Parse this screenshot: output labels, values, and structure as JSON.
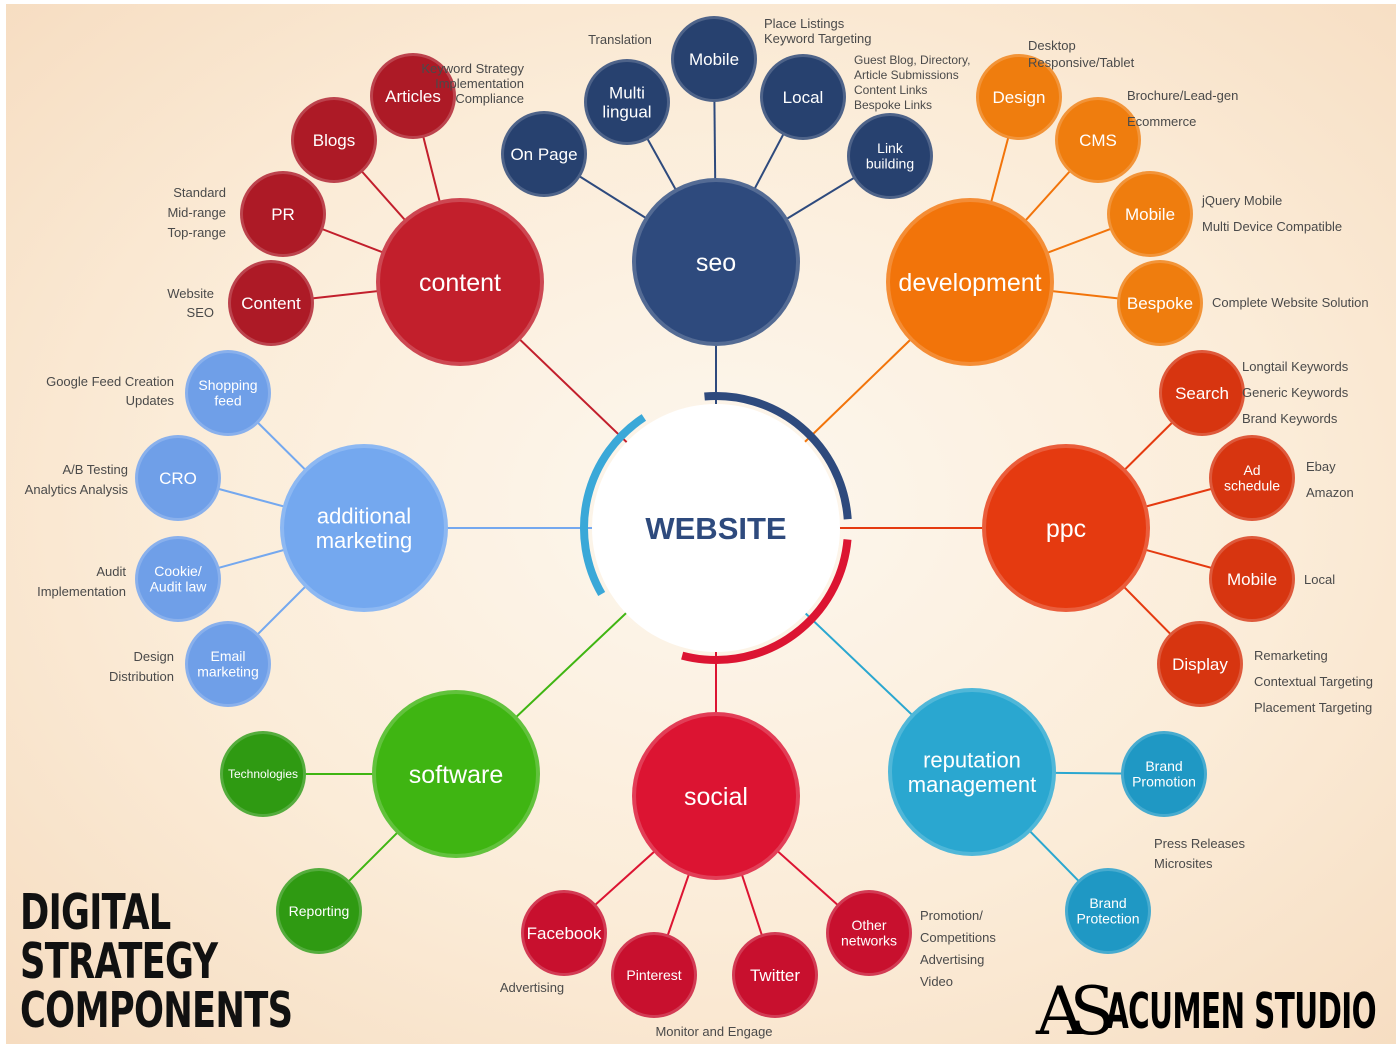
{
  "center": {
    "label": "WEBSITE"
  },
  "title_lines": [
    "DIGITAL",
    "STRATEGY",
    "COMPONENTS"
  ],
  "logo": {
    "mark": "AS",
    "name": "ACUMEN STUDIO"
  },
  "colors": {
    "content": "#c21f2c",
    "seo": "#2e4a7d",
    "development": "#f2740a",
    "ppc": "#e53a10",
    "reputation": "#2aa7d0",
    "social": "#dc1432",
    "software": "#3fb512",
    "additional_marketing": "#74a8ef"
  },
  "hubs": [
    {
      "id": "content",
      "label": [
        "content"
      ],
      "color": "#c21f2c",
      "children": [
        {
          "label": [
            "Articles"
          ],
          "color": "#ad1a26",
          "notes": [
            "Keyword Strategy",
            "Implementation",
            "Compliance"
          ]
        },
        {
          "label": [
            "Blogs"
          ],
          "color": "#ad1a26",
          "notes": []
        },
        {
          "label": [
            "PR"
          ],
          "color": "#ad1a26",
          "notes": [
            "Standard",
            "Mid-range",
            "Top-range"
          ]
        },
        {
          "label": [
            "Content"
          ],
          "color": "#ad1a26",
          "notes": [
            "Website",
            "SEO"
          ]
        }
      ]
    },
    {
      "id": "seo",
      "label": [
        "seo"
      ],
      "color": "#2e4a7d",
      "children": [
        {
          "label": [
            "On Page"
          ],
          "color": "#27416f",
          "notes": []
        },
        {
          "label": [
            "Multi",
            "lingual"
          ],
          "color": "#27416f",
          "notes": [
            "Translation"
          ]
        },
        {
          "label": [
            "Mobile"
          ],
          "color": "#27416f",
          "notes": []
        },
        {
          "label": [
            "Local"
          ],
          "color": "#27416f",
          "notes": [
            "Place Listings",
            "Keyword Targeting"
          ]
        },
        {
          "label": [
            "Link",
            "building"
          ],
          "color": "#27416f",
          "notes": [
            "Guest Blog, Directory,",
            "Article Submissions",
            "Content Links",
            "Bespoke Links"
          ]
        }
      ]
    },
    {
      "id": "development",
      "label": [
        "development"
      ],
      "color": "#f2740a",
      "children": [
        {
          "label": [
            "Design"
          ],
          "color": "#ef7d0e",
          "notes": [
            "Desktop",
            "Responsive/Tablet"
          ]
        },
        {
          "label": [
            "CMS"
          ],
          "color": "#ef7d0e",
          "notes": [
            "Brochure/Lead-gen",
            "Ecommerce"
          ]
        },
        {
          "label": [
            "Mobile"
          ],
          "color": "#ef7d0e",
          "notes": [
            "jQuery Mobile",
            "Multi Device Compatible"
          ]
        },
        {
          "label": [
            "Bespoke"
          ],
          "color": "#ef7d0e",
          "notes": [
            "Complete Website Solution"
          ]
        }
      ]
    },
    {
      "id": "ppc",
      "label": [
        "ppc"
      ],
      "color": "#e53a10",
      "children": [
        {
          "label": [
            "Search"
          ],
          "color": "#d73510",
          "notes": [
            "Longtail Keywords",
            "Generic Keywords",
            "Brand Keywords"
          ]
        },
        {
          "label": [
            "Ad",
            "schedule"
          ],
          "color": "#d73510",
          "notes": [
            "Ebay",
            "Amazon"
          ]
        },
        {
          "label": [
            "Mobile"
          ],
          "color": "#d73510",
          "notes": [
            "Local"
          ]
        },
        {
          "label": [
            "Display"
          ],
          "color": "#d73510",
          "notes": [
            "Remarketing",
            "Contextual Targeting",
            "Placement Targeting"
          ]
        }
      ]
    },
    {
      "id": "reputation",
      "label": [
        "reputation",
        "management"
      ],
      "color": "#2aa7d0",
      "children": [
        {
          "label": [
            "Brand",
            "Promotion"
          ],
          "color": "#1f98c4",
          "notes": [
            "Press Releases",
            "Microsites"
          ]
        },
        {
          "label": [
            "Brand",
            "Protection"
          ],
          "color": "#1f98c4",
          "notes": []
        }
      ]
    },
    {
      "id": "social",
      "label": [
        "social"
      ],
      "color": "#dc1432",
      "children": [
        {
          "label": [
            "Facebook"
          ],
          "color": "#c8102e",
          "notes": [
            "Advertising"
          ]
        },
        {
          "label": [
            "Pinterest"
          ],
          "color": "#c8102e",
          "notes": [
            "Monitor and Engage"
          ]
        },
        {
          "label": [
            "Twitter"
          ],
          "color": "#c8102e",
          "notes": []
        },
        {
          "label": [
            "Other",
            "networks"
          ],
          "color": "#c8102e",
          "notes": [
            "Promotion/",
            "Competitions",
            "Advertising",
            "Video"
          ]
        }
      ]
    },
    {
      "id": "software",
      "label": [
        "software"
      ],
      "color": "#3fb512",
      "children": [
        {
          "label": [
            "Technologies"
          ],
          "color": "#2f9a12",
          "notes": []
        },
        {
          "label": [
            "Reporting"
          ],
          "color": "#2f9a12",
          "notes": []
        }
      ]
    },
    {
      "id": "additional_marketing",
      "label": [
        "additional",
        "marketing"
      ],
      "color": "#74a8ef",
      "children": [
        {
          "label": [
            "Shopping",
            "feed"
          ],
          "color": "#6f9fe8",
          "notes": [
            "Google Feed Creation",
            "Updates"
          ]
        },
        {
          "label": [
            "CRO"
          ],
          "color": "#6f9fe8",
          "notes": [
            "A/B Testing",
            "Analytics Analysis"
          ]
        },
        {
          "label": [
            "Cookie/",
            "Audit law"
          ],
          "color": "#6f9fe8",
          "notes": [
            "Audit",
            "Implementation"
          ]
        },
        {
          "label": [
            "Email",
            "marketing"
          ],
          "color": "#6f9fe8",
          "notes": [
            "Design",
            "Distribution"
          ]
        }
      ]
    }
  ]
}
